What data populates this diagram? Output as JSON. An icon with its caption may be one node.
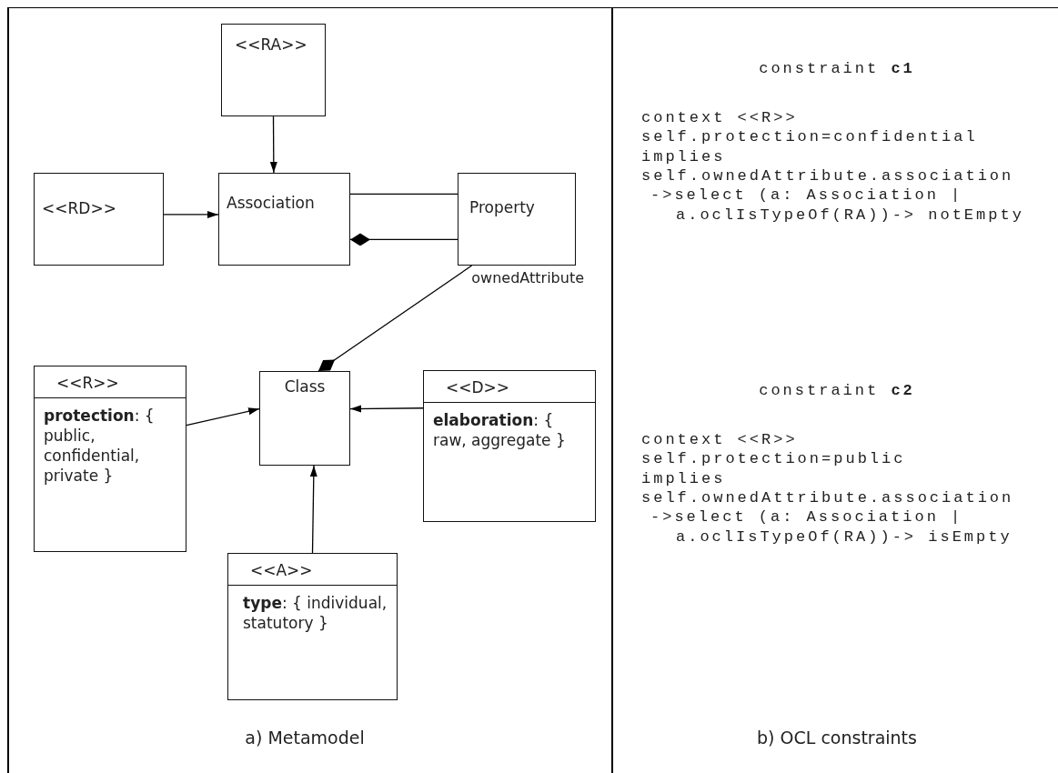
{
  "diagram": {
    "nodes": [
      {
        "text": [
          "<<RA>>"
        ]
      },
      {
        "text": [
          "<<RD>>"
        ]
      },
      {
        "text": [
          "Association"
        ]
      },
      {
        "text": [
          "Property"
        ],
        "beside": [
          "ownedAttribute"
        ]
      },
      {
        "text": [
          "Class"
        ]
      },
      {
        "text": [
          "<<R>>",
          "**protection**: { public, confidential, private }"
        ]
      },
      {
        "text": [
          "<<D>>",
          "**elaboration**: { raw, aggregate }"
        ]
      },
      {
        "text": [
          "<<A>>",
          "**type**: { individual, statutory }"
        ]
      }
    ],
    "edges": [
      {
        "from": 0,
        "to": 2,
        "arrow": "to"
      },
      {
        "from": 1,
        "to": 2,
        "arrow": "to"
      },
      {
        "from": 2,
        "to": 3,
        "arrow": "none"
      },
      {
        "from": 3,
        "to": 2,
        "arrow": "other"
      },
      {
        "from": 3,
        "to": 4,
        "arrow": "other"
      },
      {
        "from": 5,
        "to": 4,
        "arrow": "to"
      },
      {
        "from": 6,
        "to": 4,
        "arrow": "to"
      },
      {
        "from": 7,
        "to": 4,
        "arrow": "to"
      }
    ],
    "labels": [
      "constraint **c1**",
      "context <<R>>",
      "self.protection=confidential",
      "implies",
      "self.ownedAttribute.association",
      "->select (a: Association |",
      "a.oclIsTypeOf(RA))-> notEmpty",
      "constraint **c2**",
      "context <<R>>",
      "self.protection=public",
      "implies",
      "self.ownedAttribute.association",
      "->select (a: Association |",
      "a.oclIsTypeOf(RA))-> isEmpty",
      "a) Metamodel",
      "b) OCL constraints"
    ]
  }
}
